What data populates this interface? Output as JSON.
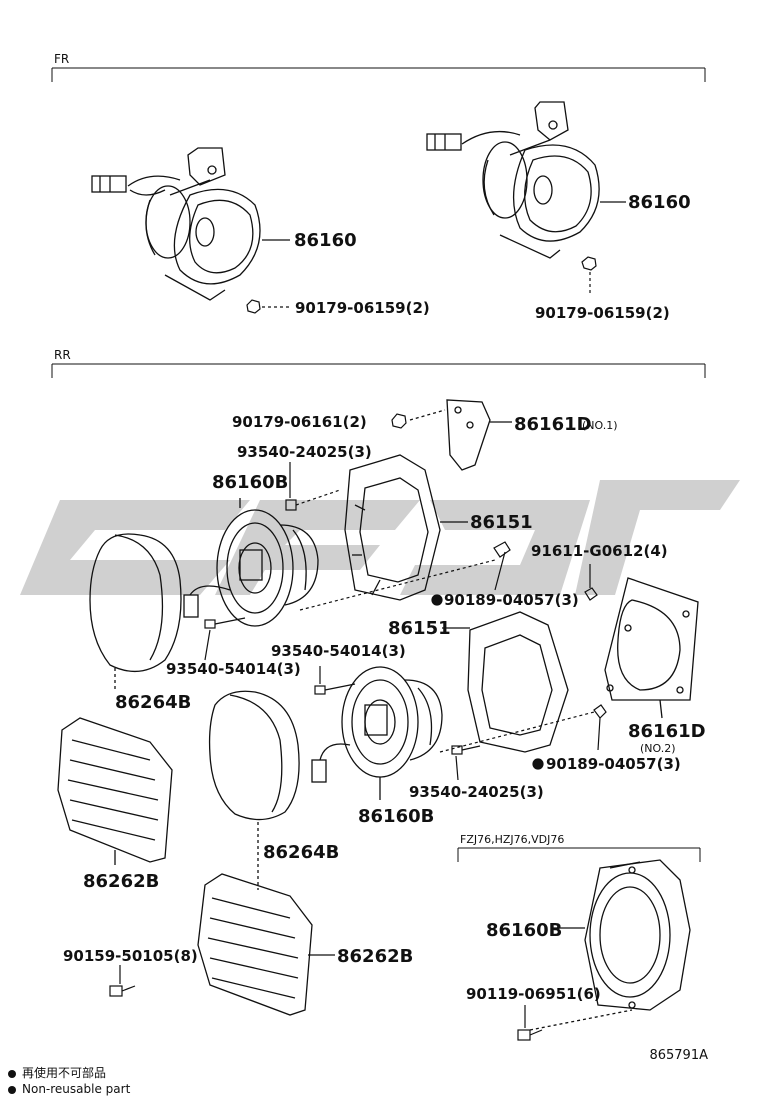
{
  "sections": {
    "front": "FR",
    "rear": "RR",
    "variant": "FZJ76,HZJ76,VDJ76"
  },
  "labels": {
    "fr_left_speaker": "86160",
    "fr_left_nut": "90179-06159(2)",
    "fr_right_speaker": "86160",
    "fr_right_nut": "90179-06159(2)",
    "rr_nut": "90179-06161(2)",
    "rr_bracket_no1": "86161D",
    "rr_bracket_no1_note": "(NO.1)",
    "rr_screw_upper": "93540-24025(3)",
    "rr_speaker_upper": "86160B",
    "rr_ring_upper": "86151",
    "rr_clip_top": "91611-G0612(4)",
    "rr_retainer_upper": "90189-04057(3)",
    "rr_screw_left": "93540-54014(3)",
    "rr_ring_lower": "86151",
    "rr_screw_middle": "93540-54014(3)",
    "rr_cover_left": "86264B",
    "rr_bracket_no2": "86161D",
    "rr_bracket_no2_note": "(NO.2)",
    "rr_retainer_lower": "90189-04057(3)",
    "rr_screw_lower": "93540-24025(3)",
    "rr_speaker_lower": "86160B",
    "rr_cover_right": "86264B",
    "rr_grille_left": "86262B",
    "rr_grille_right": "86262B",
    "rr_screw_grille": "90159-50105(8)",
    "var_speaker": "86160B",
    "var_screw": "90119-06951(6)"
  },
  "legend": {
    "line1": "再使用不可部品",
    "line2": "Non-reusable part"
  },
  "figure_number": "865791A",
  "colors": {
    "ink": "#111111",
    "watermark": "#c8c8c8"
  }
}
